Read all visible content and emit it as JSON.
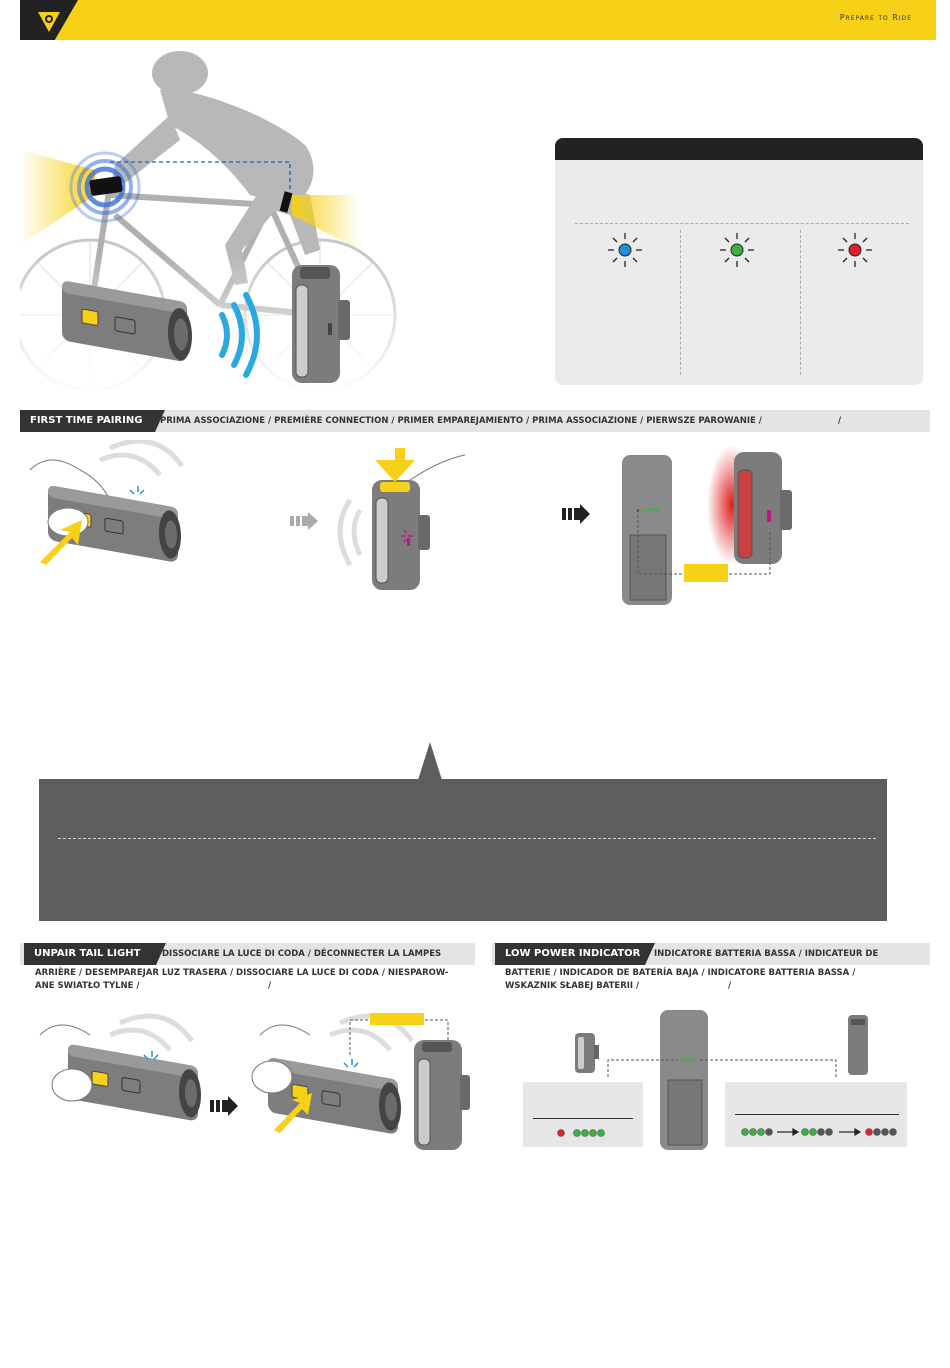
{
  "header": {
    "tagline": "Prepare to Ride",
    "brand_color": "#f7d117",
    "logo_icon": "topeak-logo-icon"
  },
  "pairing": {
    "title": "FIRST TIME PAIRING",
    "subtitle": "PRIMA ASSOCIAZIONE / PREMIÈRE CONNECTION / PRIMER EMPAREJAMIENTO / PRIMA ASSOCIAZIONE / PIERWSZE PAROWANIE /",
    "trailing_slash": "/"
  },
  "unpair": {
    "title": "UNPAIR TAIL LIGHT",
    "subtitle_line1": "DISSOCIARE LA LUCE DI CODA / DÉCONNECTER LA LAMPES",
    "subtitle_line2": "ARRIÈRE / DESEMPAREJAR LUZ TRASERA  / DISSOCIARE LA LUCE DI CODA / NIESPAROW-",
    "subtitle_line3": "ANE SWIATŁO TYLNE /",
    "trailing_slash": "/"
  },
  "low_power": {
    "title": "LOW POWER INDICATOR",
    "subtitle_line1": "INDICATORE BATTERIA BASSA / INDICATEUR DE",
    "subtitle_line2": "BATTERIE / INDICADOR DE BATERÍA BAJA / INDICATORE BATTERIA BASSA /",
    "subtitle_line3": "WSKAZNIK SŁABEJ BATERII /",
    "trailing_slash": "/"
  },
  "status_leds": {
    "blue": "#1e90d6",
    "green": "#3cb043",
    "red": "#e0202a",
    "magenta": "#c0168c"
  },
  "icons": [
    "flash-arrow-icon",
    "wireless-signal-icon",
    "led-blink-icon"
  ]
}
